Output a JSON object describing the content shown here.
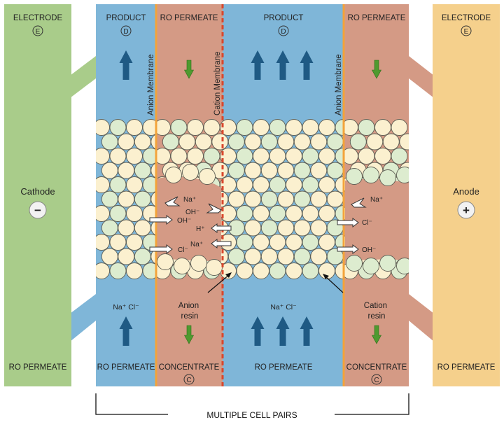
{
  "labels": {
    "electrode_left": "ELECTRODE",
    "electrode_right": "ELECTRODE",
    "electrode_code": "E",
    "product_left": "PRODUCT",
    "product_right": "PRODUCT",
    "product_code": "D",
    "ro_permeate_top_left": "RO PERMEATE",
    "ro_permeate_top_right": "RO PERMEATE",
    "anion_membrane_left": "Anion Membrane",
    "cation_membrane": "Cation Membrane",
    "anion_membrane_right": "Anion Membrane",
    "cathode": "Cathode",
    "cathode_sign": "−",
    "anode": "Anode",
    "anode_sign": "+",
    "ion_na": "Na⁺",
    "ion_oh": "OH⁻",
    "ion_h": "H⁺",
    "ion_cl": "Cl⁻",
    "feed_ions": "Na⁺ Cl⁻",
    "anion_resin": "Anion\nresin",
    "cation_resin": "Cation\nresin",
    "bottom_ro_permeate_1": "RO PERMEATE",
    "bottom_ro_permeate_2": "RO PERMEATE",
    "bottom_ro_permeate_3": "RO PERMEATE",
    "bottom_ro_permeate_4": "RO PERMEATE",
    "concentrate_left": "CONCENTRATE",
    "concentrate_right": "CONCENTRATE",
    "concentrate_code": "C",
    "multiple_cell_pairs": "MULTIPLE CELL PAIRS"
  },
  "colors": {
    "electrode_cathode": "#a9cc8a",
    "electrode_anode": "#f5d08c",
    "product_stream": "#7fb6d8",
    "concentrate_stream": "#d49a85",
    "membrane_orange": "#f3a33a",
    "membrane_red": "#d9472c",
    "arrow_blue": "#1f5a84",
    "arrow_green": "#4e9a2f",
    "bead_green": "#ddeccf",
    "bead_cream": "#fbf0cf"
  }
}
